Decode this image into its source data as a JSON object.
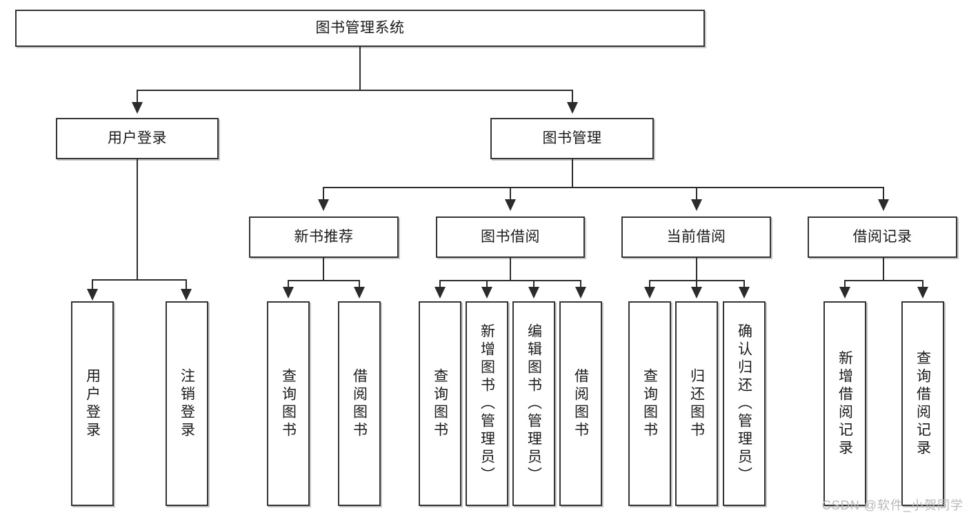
{
  "diagram": {
    "type": "tree-hierarchy-diagram",
    "title": "图书管理系统",
    "watermark": "CSDN @软件_小贺同学",
    "colors": {
      "box_border": "#333333",
      "line": "#2b2b2b",
      "background": "#ffffff",
      "text": "#1a1a1a",
      "watermark": "#b9b9b9"
    },
    "nodes": {
      "root": {
        "label": "图书管理系统"
      },
      "level2": [
        {
          "id": "user-login",
          "label": "用户登录"
        },
        {
          "id": "book-management",
          "label": "图书管理"
        }
      ],
      "level3": [
        {
          "id": "new-book-recommend",
          "label": "新书推荐"
        },
        {
          "id": "book-borrow",
          "label": "图书借阅"
        },
        {
          "id": "current-borrow",
          "label": "当前借阅"
        },
        {
          "id": "borrow-record",
          "label": "借阅记录"
        }
      ],
      "leaves": {
        "user_login": [
          {
            "id": "leaf-user-login",
            "label": "用户登录"
          },
          {
            "id": "leaf-logout-login",
            "label": "注销登录"
          }
        ],
        "new_book_recommend": [
          {
            "id": "leaf-query-book-1",
            "label": "查询图书"
          },
          {
            "id": "leaf-borrow-book-1",
            "label": "借阅图书"
          }
        ],
        "book_borrow": [
          {
            "id": "leaf-query-book-2",
            "label": "查询图书"
          },
          {
            "id": "leaf-add-book",
            "label": "新增图书（管理员）"
          },
          {
            "id": "leaf-edit-book",
            "label": "编辑图书（管理员）"
          },
          {
            "id": "leaf-borrow-book-2",
            "label": "借阅图书"
          }
        ],
        "current_borrow": [
          {
            "id": "leaf-query-book-3",
            "label": "查询图书"
          },
          {
            "id": "leaf-return-book",
            "label": "归还图书"
          },
          {
            "id": "leaf-confirm-return",
            "label": "确认归还（管理员）"
          }
        ],
        "borrow_record": [
          {
            "id": "leaf-add-borrow-record",
            "label": "新增借阅记录"
          },
          {
            "id": "leaf-query-borrow-record",
            "label": "查询借阅记录"
          }
        ]
      }
    }
  }
}
